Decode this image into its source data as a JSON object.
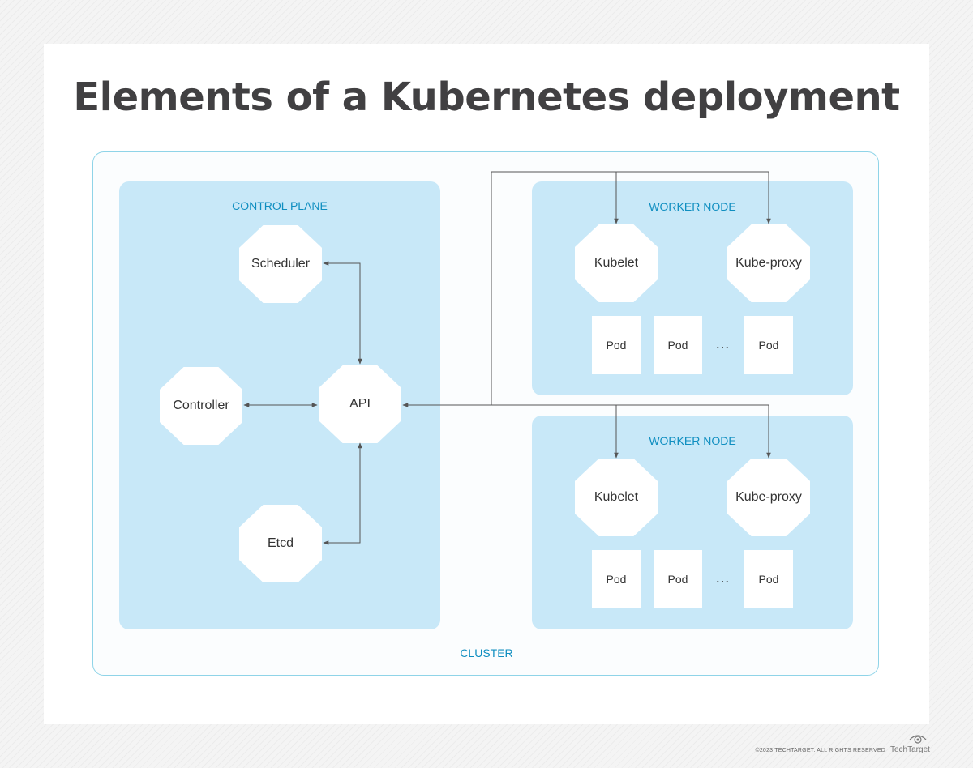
{
  "title": "Elements of a Kubernetes deployment",
  "cluster": {
    "label": "CLUSTER"
  },
  "control_plane": {
    "label": "CONTROL PLANE",
    "components": {
      "scheduler": "Scheduler",
      "controller": "Controller",
      "api": "API",
      "etcd": "Etcd"
    }
  },
  "worker_nodes": [
    {
      "label": "WORKER NODE",
      "kubelet": "Kubelet",
      "kube_proxy": "Kube-proxy",
      "pods": [
        "Pod",
        "Pod",
        "Pod"
      ],
      "ellipsis": "…"
    },
    {
      "label": "WORKER NODE",
      "kubelet": "Kubelet",
      "kube_proxy": "Kube-proxy",
      "pods": [
        "Pod",
        "Pod",
        "Pod"
      ],
      "ellipsis": "…"
    }
  ],
  "footer": {
    "copyright": "©2023 TECHTARGET. ALL RIGHTS RESERVED",
    "brand": "TechTarget"
  },
  "colors": {
    "panel": "#c8e8f8",
    "label": "#0f8ec0",
    "title": "#414042",
    "connector": "#555555"
  }
}
